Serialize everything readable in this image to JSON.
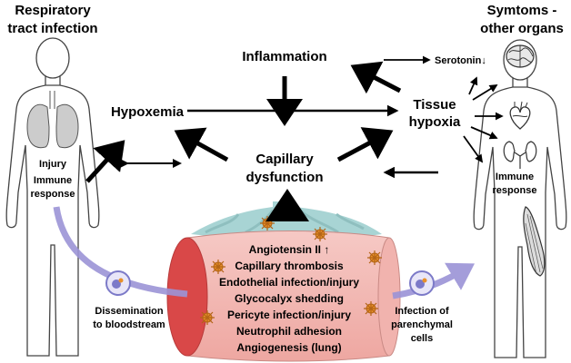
{
  "diagram": {
    "left_figure": {
      "title_line1": "Respiratory",
      "title_line2": "tract infection",
      "injury": "Injury",
      "immune_line1": "Immune",
      "immune_line2": "response"
    },
    "right_figure": {
      "title_line1": "Symtoms -",
      "title_line2": "other organs",
      "serotonin": "Serotonin↓",
      "immune_line1": "Immune",
      "immune_line2": "response"
    },
    "nodes": {
      "inflammation": "Inflammation",
      "hypoxemia": "Hypoxemia",
      "tissue_hypoxia_line1": "Tissue",
      "tissue_hypoxia_line2": "hypoxia",
      "capillary_line1": "Capillary",
      "capillary_line2": "dysfunction"
    },
    "vessel_list": [
      "Angiotensin II ↑",
      "Capillary thrombosis",
      "Endothelial infection/injury",
      "Glycocalyx shedding",
      "Pericyte infection/injury",
      "Neutrophil adhesion",
      "Angiogenesis (lung)"
    ],
    "dissemination_line1": "Dissemination",
    "dissemination_line2": "to bloodstream",
    "infection_line1": "Infection of",
    "infection_line2": "parenchymal",
    "infection_line3": "cells",
    "colors": {
      "vessel": "#f2b8b4",
      "vessel_dark": "#d94848",
      "capillary_net": "#a8d4d4",
      "lung": "#cccccc",
      "virus": "#e8902a",
      "purple_arrow": "#9b93d6",
      "cell": "#7c7ac8"
    }
  }
}
